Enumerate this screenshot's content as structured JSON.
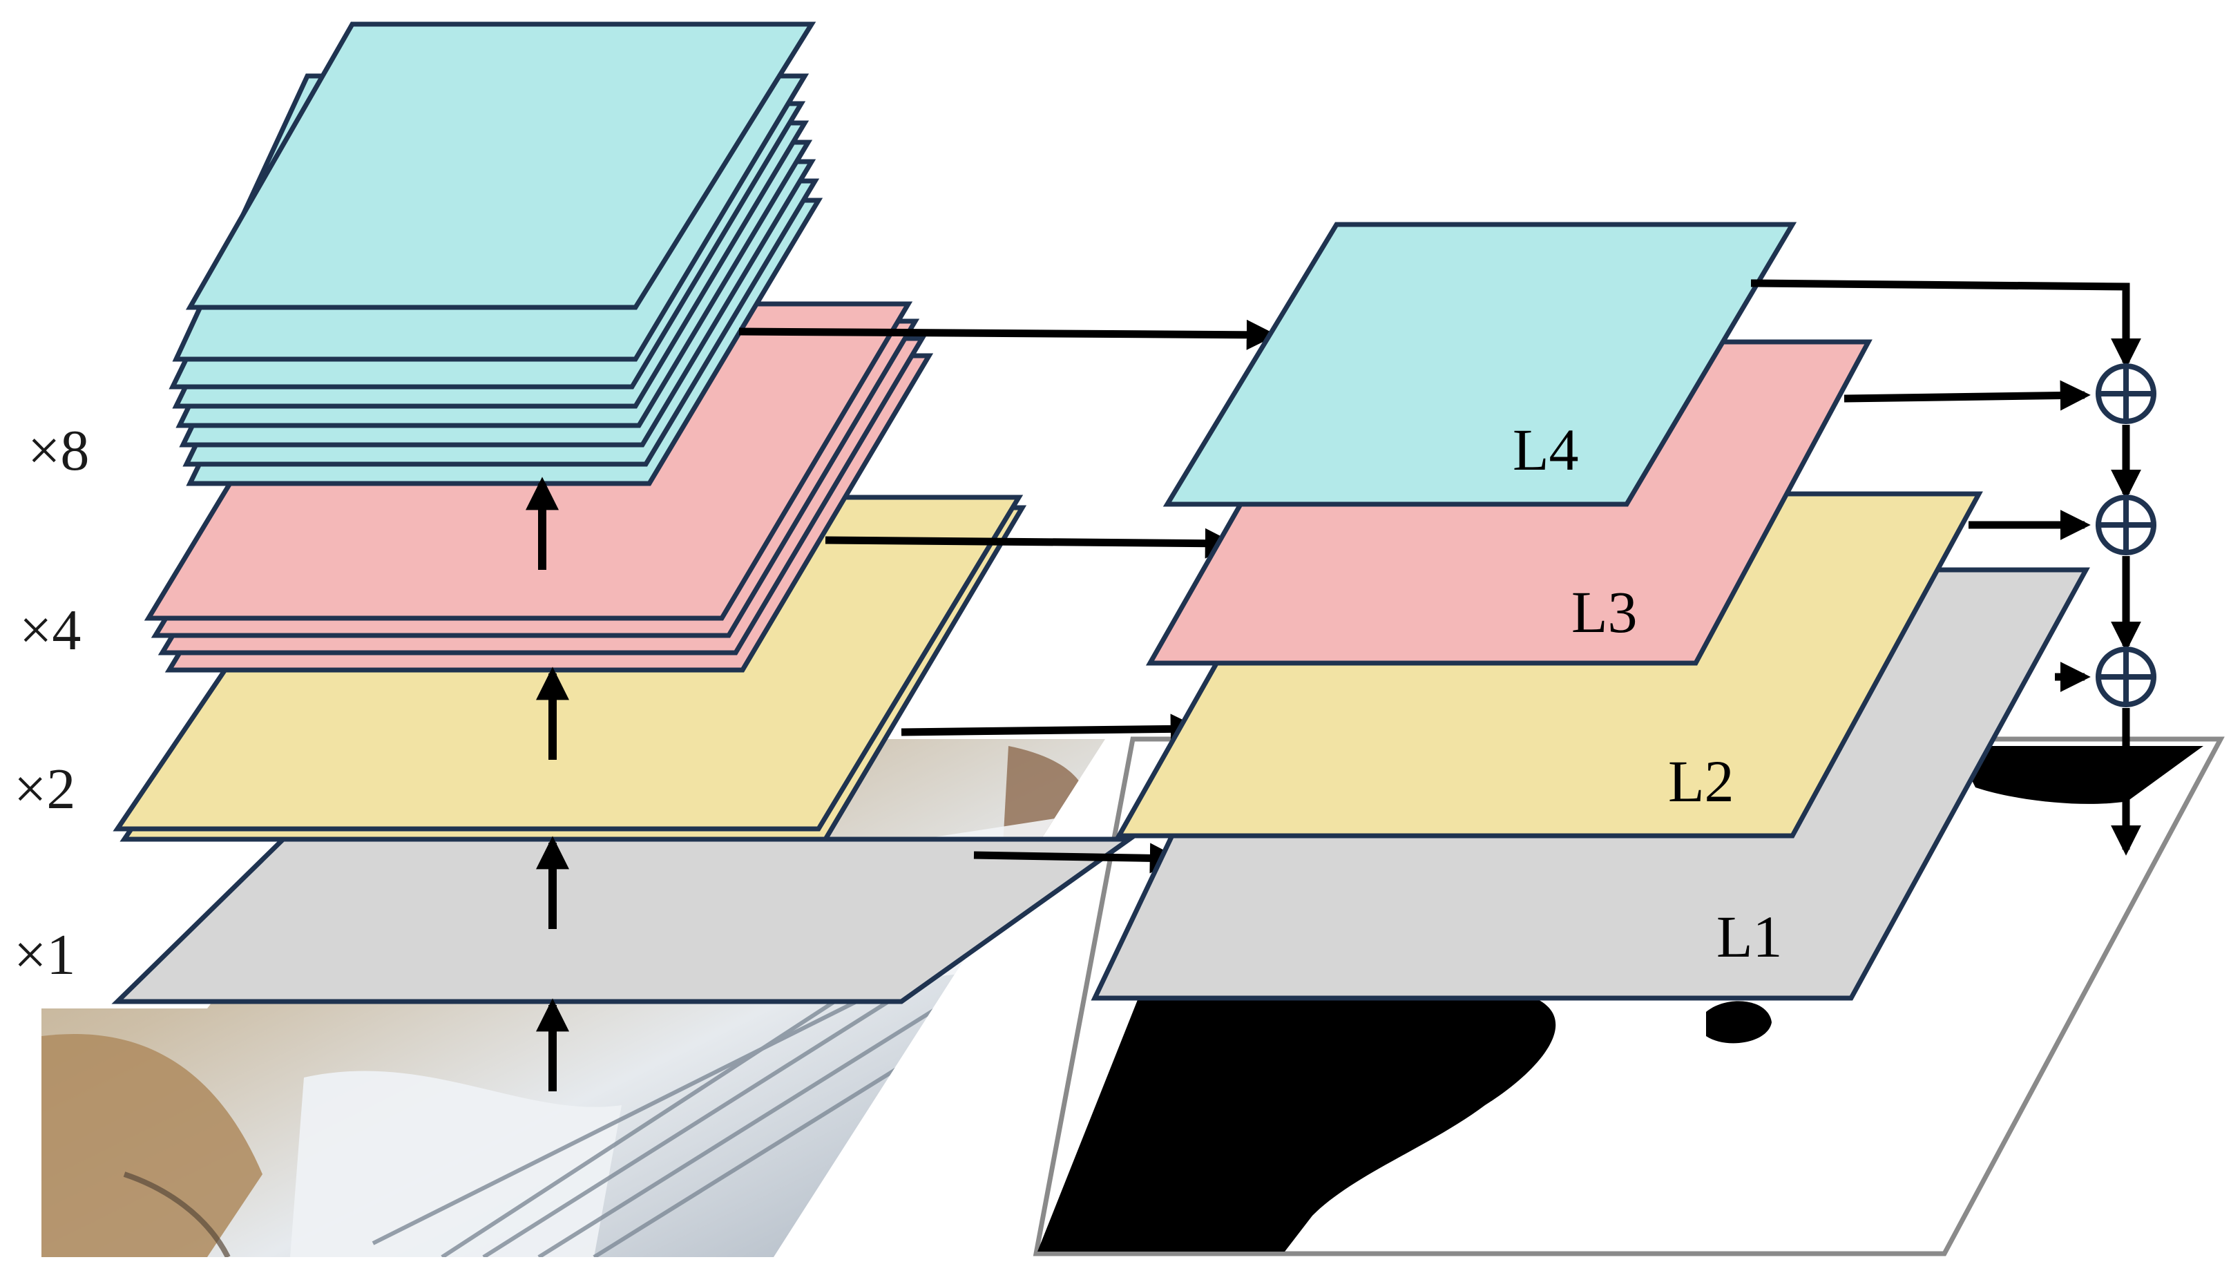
{
  "multipliers": {
    "x8": "×8",
    "x4": "×4",
    "x2": "×2",
    "x1": "×1"
  },
  "levels": {
    "L4": "L4",
    "L3": "L3",
    "L2": "L2",
    "L1": "L1"
  },
  "colors": {
    "cyan": "#b3e9e9",
    "pink": "#f4b8b8",
    "yellow": "#f2e3a4",
    "gray": "#d6d6d6",
    "outline": "#1f3350",
    "arrow": "#000000",
    "mask": "#000000"
  },
  "icons": {
    "fusion": "circle-plus-icon"
  }
}
